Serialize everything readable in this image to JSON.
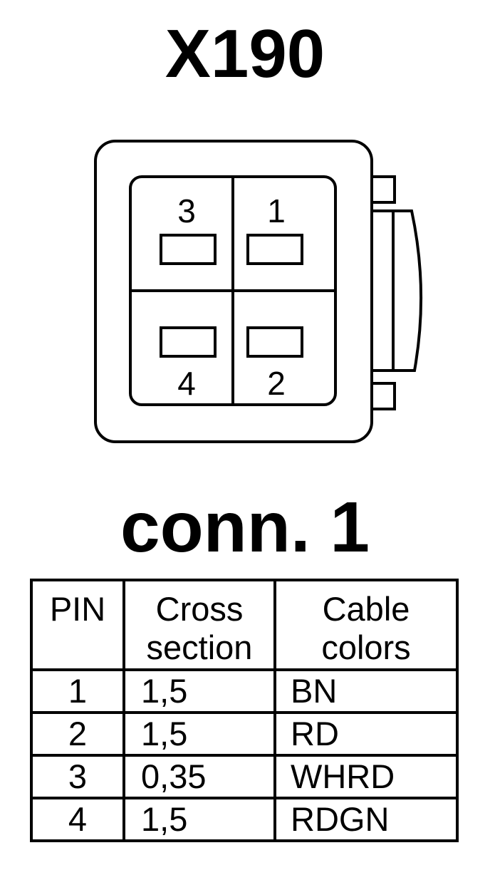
{
  "connector": {
    "id": "X190",
    "label": "conn. 1",
    "pin_labels": [
      "3",
      "1",
      "4",
      "2"
    ]
  },
  "table": {
    "headers": [
      {
        "line1": "PIN",
        "line2": ""
      },
      {
        "line1": "Cross",
        "line2": "section"
      },
      {
        "line1": "Cable",
        "line2": "colors"
      }
    ],
    "rows": [
      {
        "pin": "1",
        "cross_section": "1,5",
        "color": "BN"
      },
      {
        "pin": "2",
        "cross_section": "1,5",
        "color": "RD"
      },
      {
        "pin": "3",
        "cross_section": "0,35",
        "color": "WHRD"
      },
      {
        "pin": "4",
        "cross_section": "1,5",
        "color": "RDGN"
      }
    ]
  }
}
